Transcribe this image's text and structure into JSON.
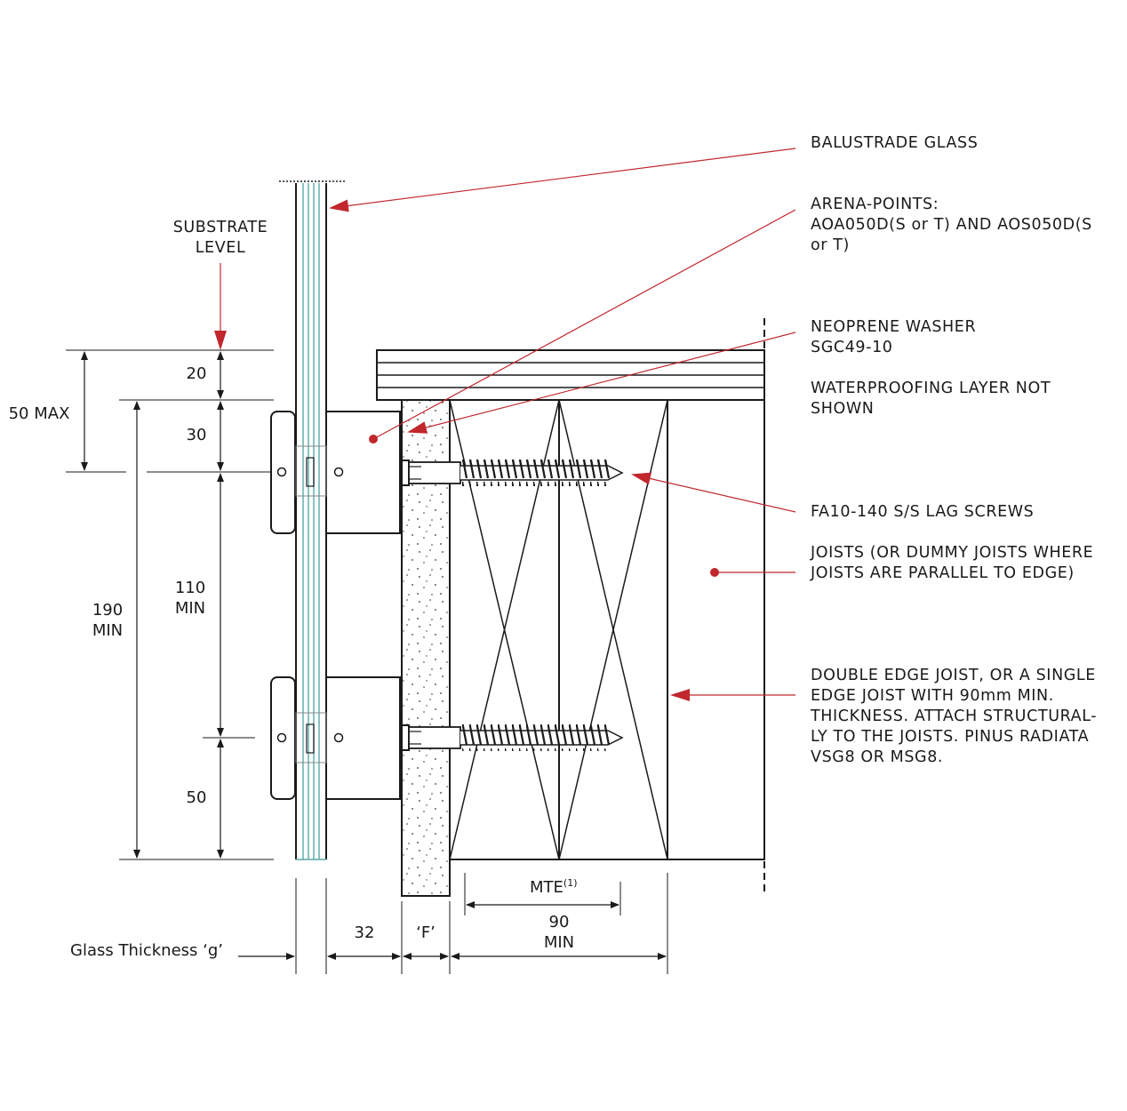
{
  "callouts": {
    "balustrade_glass": "BALUSTRADE GLASS",
    "arena_points": [
      "ARENA-POINTS:",
      "AOA050D(S or T) AND AOS050D(S",
      "or T)"
    ],
    "neoprene_washer": [
      "NEOPRENE WASHER",
      "SGC49-10"
    ],
    "waterproofing": [
      "WATERPROOFING LAYER NOT",
      "SHOWN"
    ],
    "lag_screws": "FA10-140 S/S LAG SCREWS",
    "joists": [
      "JOISTS (OR DUMMY JOISTS WHERE",
      "JOISTS ARE PARALLEL TO EDGE)"
    ],
    "edge_joist": [
      "DOUBLE EDGE JOIST, OR A SINGLE",
      "EDGE JOIST WITH 90mm MIN.",
      "THICKNESS. ATTACH STRUCTURAL-",
      "LY TO THE JOISTS. PINUS RADIATA",
      "VSG8 OR MSG8."
    ],
    "substrate_level": [
      "SUBSTRATE",
      "LEVEL"
    ]
  },
  "dimensions": {
    "max_50": "50 MAX",
    "d20": "20",
    "d30": "30",
    "d110": [
      "110",
      "MIN"
    ],
    "d190": [
      "190",
      "MIN"
    ],
    "d50": "50",
    "d32": "32",
    "f_gap": "‘F’",
    "mte": "MTE",
    "mte_sup": "(1)",
    "d90": [
      "90",
      "MIN"
    ],
    "glass_thickness": "Glass Thickness ‘g’"
  },
  "colors": {
    "leader": "#c1272d",
    "glass": "#5aa8a8",
    "line": "#1a1a1a"
  }
}
